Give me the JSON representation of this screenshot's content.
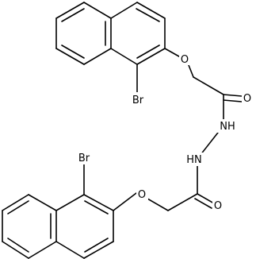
{
  "diagram": {
    "type": "chemical-structure",
    "colors": {
      "bond": "#000000",
      "label": "#000000",
      "background": "#ffffff"
    },
    "atom_labels": {
      "o_ether_top": "O",
      "br_top": "Br",
      "o_carbonyl_top": "O",
      "nh_top": "NH",
      "nh_bottom": "HN",
      "br_bottom": "Br",
      "o_ether_bottom": "O",
      "o_carbonyl_bottom": "O"
    }
  }
}
